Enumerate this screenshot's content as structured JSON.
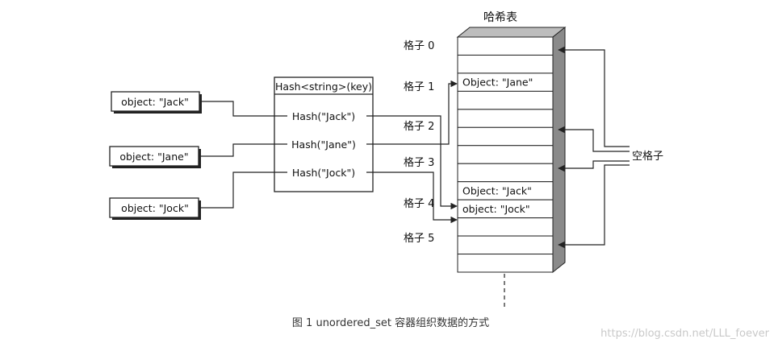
{
  "objects": [
    {
      "label": "object: \"Jack\""
    },
    {
      "label": "object: \"Jane\""
    },
    {
      "label": "object: \"Jock\""
    }
  ],
  "hash_function": {
    "header": "Hash<string>(key)",
    "entries": [
      "Hash(\"Jack\")",
      "Hash(\"Jane\")",
      "Hash(\"Jock\")"
    ]
  },
  "hash_table": {
    "title": "哈希表",
    "slot_labels": [
      "格子 0",
      "格子 1",
      "格子 2",
      "格子 3",
      "格子 4",
      "格子 5"
    ],
    "cells": [
      "",
      "",
      "Object: \"Jane\"",
      "",
      "",
      "",
      "",
      "",
      "Object: \"Jack\"",
      "object: \"Jock\"",
      "",
      "",
      ""
    ],
    "empty_slot_label": "空格子"
  },
  "caption": "图 1 unordered_set 容器组织数据的方式",
  "watermark": "https://blog.csdn.net/LLL_foever"
}
